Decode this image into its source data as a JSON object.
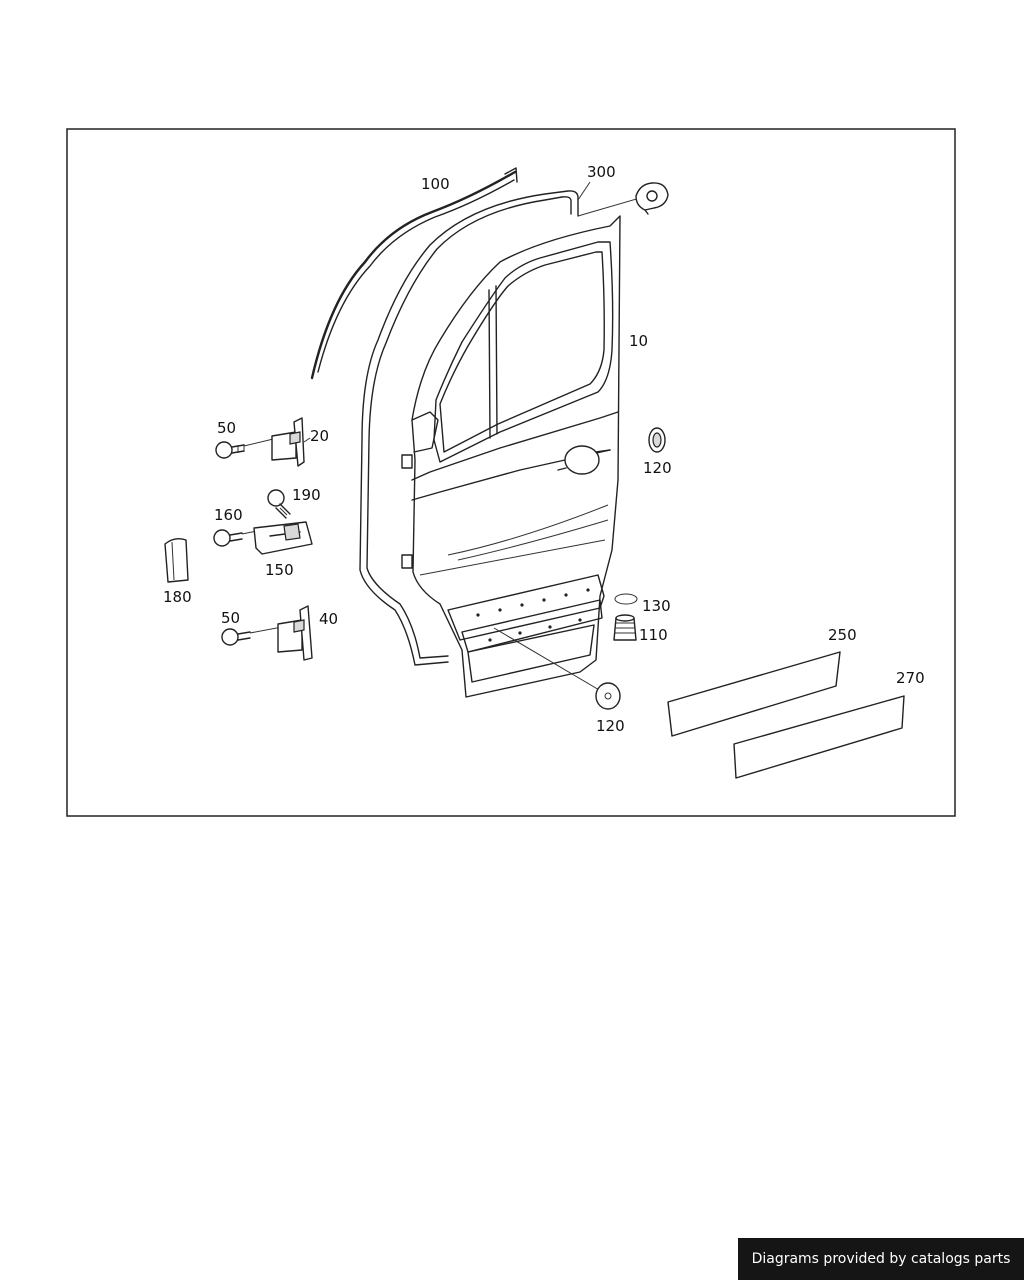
{
  "diagram": {
    "callouts": [
      {
        "id": "c100",
        "label": "100"
      },
      {
        "id": "c300",
        "label": "300"
      },
      {
        "id": "c10",
        "label": "10"
      },
      {
        "id": "c50a",
        "label": "50"
      },
      {
        "id": "c20",
        "label": "20"
      },
      {
        "id": "c190",
        "label": "190"
      },
      {
        "id": "c120a",
        "label": "120"
      },
      {
        "id": "c160",
        "label": "160"
      },
      {
        "id": "c150",
        "label": "150"
      },
      {
        "id": "c180",
        "label": "180"
      },
      {
        "id": "c50b",
        "label": "50"
      },
      {
        "id": "c40",
        "label": "40"
      },
      {
        "id": "c130",
        "label": "130"
      },
      {
        "id": "c110",
        "label": "110"
      },
      {
        "id": "c250",
        "label": "250"
      },
      {
        "id": "c270",
        "label": "270"
      },
      {
        "id": "c120b",
        "label": "120"
      }
    ]
  },
  "footer": {
    "credit": "Diagrams provided by catalogs parts"
  }
}
